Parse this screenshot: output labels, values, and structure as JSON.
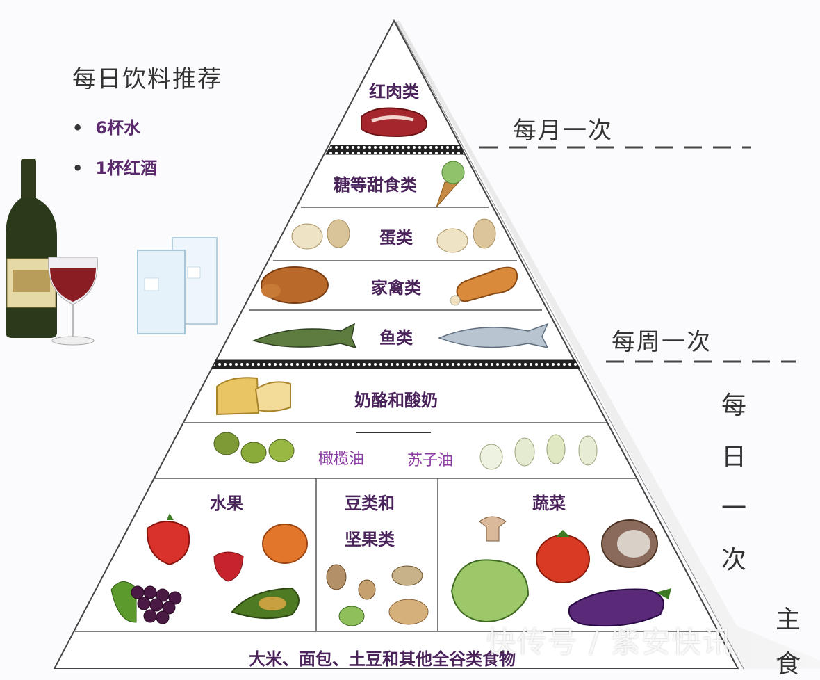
{
  "drinks": {
    "title": "每日饮料推荐",
    "items": [
      "6杯水",
      "1杯红酒"
    ]
  },
  "pyramid": {
    "tiers": {
      "red_meat": "红肉类",
      "sweets": "糖等甜食类",
      "eggs": "蛋类",
      "poultry": "家禽类",
      "fish": "鱼类",
      "dairy": "奶酪和酸奶",
      "oil_olive": "橄榄油",
      "oil_perilla": "苏子油",
      "fruit": "水果",
      "beans": [
        "豆类和",
        "坚果类"
      ],
      "vegetables": "蔬菜",
      "grains": "大米、面包、土豆和其他全谷类食物"
    }
  },
  "frequency": {
    "monthly": "每月一次",
    "weekly": "每周一次",
    "daily_chars": [
      "每",
      "日",
      "一",
      "次"
    ],
    "staple_chars": [
      "主",
      "食"
    ]
  },
  "watermark": "快传号 / 紫安快讯",
  "colors": {
    "label": "#4a235a",
    "oil_label": "#8a3aa0",
    "pyramid_line": "#444444",
    "dotted_band": "#333333"
  }
}
